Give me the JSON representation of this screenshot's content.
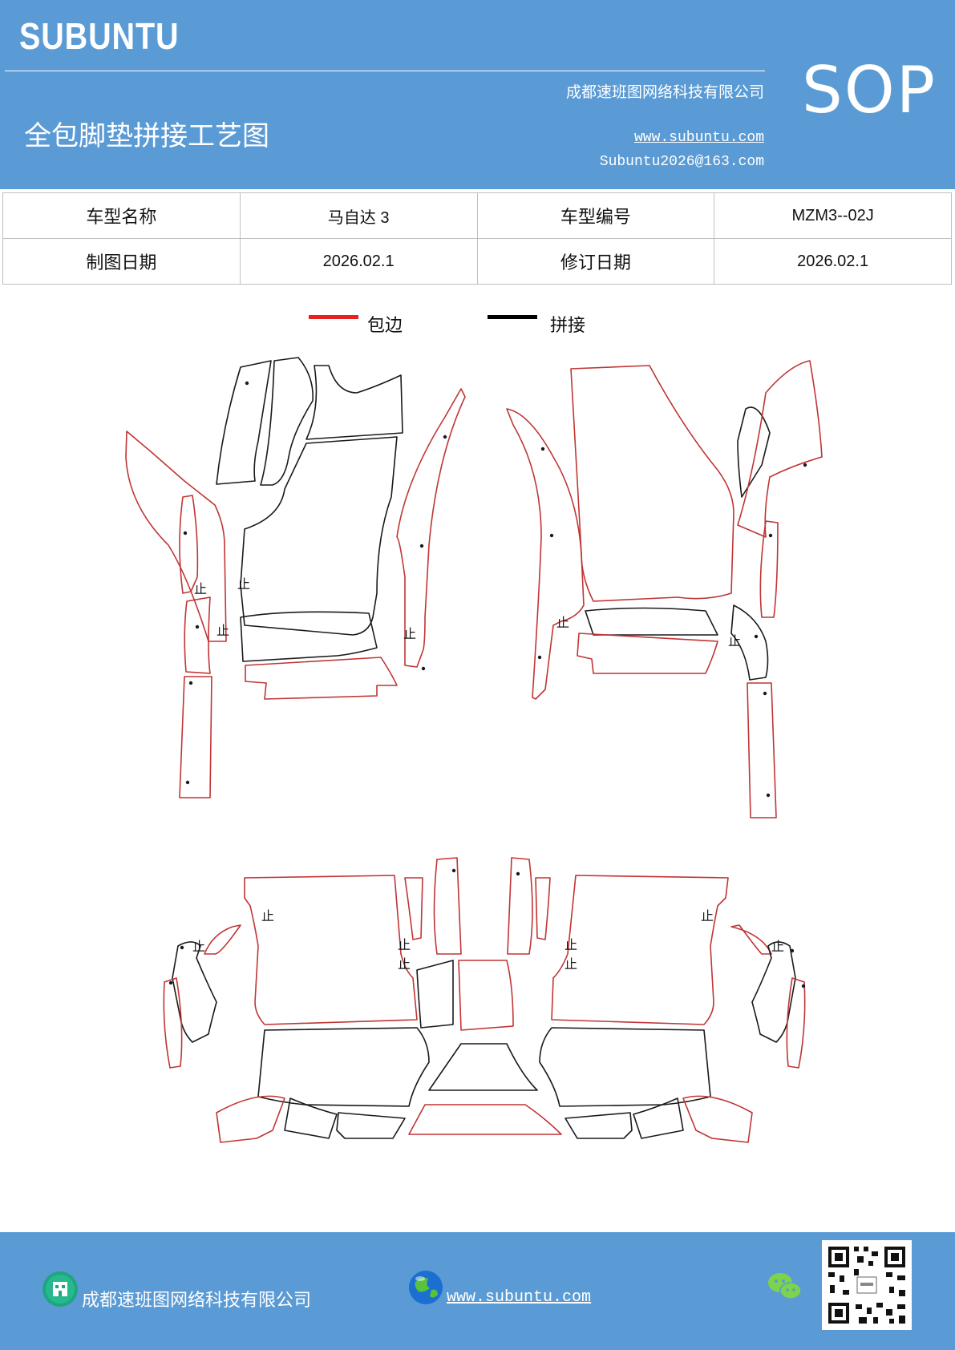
{
  "header": {
    "brand": "SUBUNTU",
    "company": "成都速班图网络科技有限公司",
    "title": "全包脚垫拼接工艺图",
    "website": "www.subuntu.com",
    "email": "Subuntu2026@163.com",
    "badge": "SOP"
  },
  "info": {
    "model_name_label": "车型名称",
    "model_name": "马自达 3",
    "model_code_label": "车型编号",
    "model_code": "MZM3--02J",
    "draw_date_label": "制图日期",
    "draw_date": "2026.02.1",
    "revise_date_label": "修订日期",
    "revise_date": "2026.02.1"
  },
  "legend": {
    "edge_label": "包边",
    "edge_color": "#e8201e",
    "splice_label": "拼接",
    "splice_color": "#000000"
  },
  "drawing": {
    "stop_mark": "止",
    "outline_color": "#1a1a1a",
    "edge_color": "#c03535"
  },
  "footer": {
    "company": "成都速班图网络科技有限公司",
    "website": "www.subuntu.com",
    "building_icon": "building-icon",
    "globe_icon": "globe-icon",
    "wechat_icon": "wechat-icon",
    "qr_icon": "qr-code-icon"
  }
}
